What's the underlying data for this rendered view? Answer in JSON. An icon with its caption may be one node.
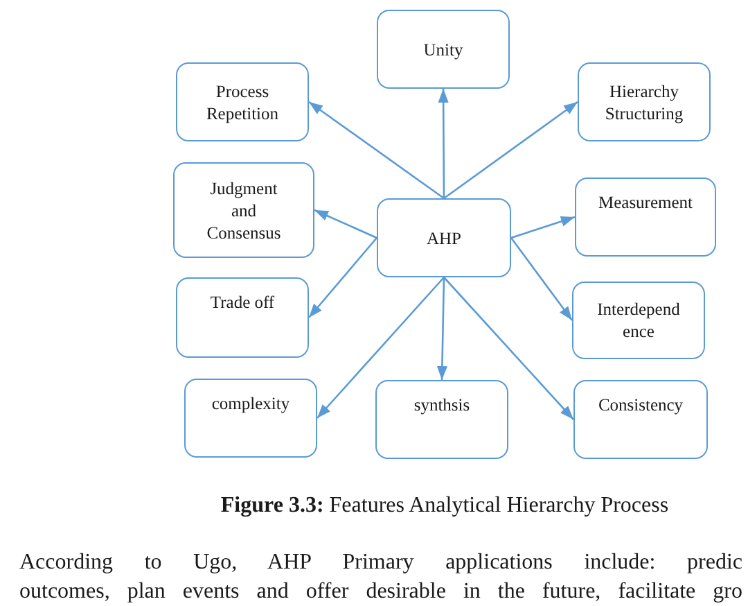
{
  "diagram": {
    "caption": "**Figure 3.3:** Features Analytical Hierarchy Process",
    "nodes": [
      {
        "text": [
          "Unity"
        ]
      },
      {
        "text": [
          "Process Repetition"
        ]
      },
      {
        "text": [
          "Hierarchy Structuring"
        ]
      },
      {
        "text": [
          "Judgment and Consensus"
        ]
      },
      {
        "text": [
          "AHP"
        ]
      },
      {
        "text": [
          "Measurement"
        ]
      },
      {
        "text": [
          "Trade off"
        ]
      },
      {
        "text": [
          "Interdepend ence"
        ]
      },
      {
        "text": [
          "complexity"
        ]
      },
      {
        "text": [
          "synthsis"
        ]
      },
      {
        "text": [
          "Consistency"
        ]
      }
    ],
    "edges": [
      {
        "from": 4,
        "to": 0,
        "arrow": "to"
      },
      {
        "from": 4,
        "to": 1,
        "arrow": "to"
      },
      {
        "from": 4,
        "to": 2,
        "arrow": "to"
      },
      {
        "from": 4,
        "to": 3,
        "arrow": "to"
      },
      {
        "from": 4,
        "to": 5,
        "arrow": "to"
      },
      {
        "from": 4,
        "to": 6,
        "arrow": "to"
      },
      {
        "from": 4,
        "to": 7,
        "arrow": "to"
      },
      {
        "from": 4,
        "to": 8,
        "arrow": "to"
      },
      {
        "from": 4,
        "to": 9,
        "arrow": "to"
      },
      {
        "from": 4,
        "to": 10,
        "arrow": "to"
      }
    ],
    "labels": [
      "According to Ugo, AHP Primary applications include: predic",
      "outcomes, plan events and offer desirable in the future, facilitate gro"
    ]
  }
}
